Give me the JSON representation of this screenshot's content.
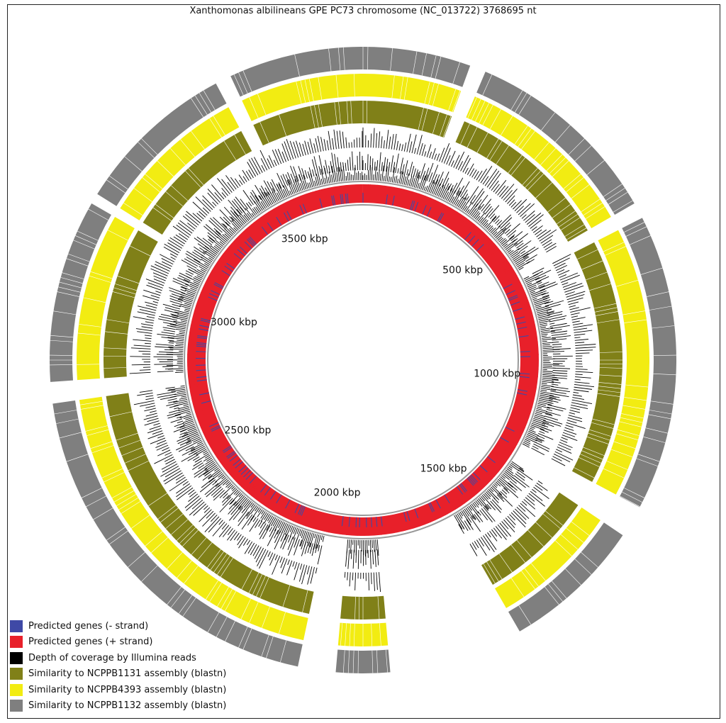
{
  "title": "Xanthomonas albilineans GPE PC73 chromosome (NC_013722) 3768695 nt",
  "genome_length_nt": 3768695,
  "position_labels": [
    "500 kbp",
    "1000 kbp",
    "1500 kbp",
    "2000 kbp",
    "2500 kbp",
    "3000 kbp",
    "3500 kbp"
  ],
  "legend": [
    {
      "label": "Predicted genes (- strand)",
      "color": "#3f49a6"
    },
    {
      "label": "Predicted genes (+ strand)",
      "color": "#e8202a"
    },
    {
      "label": "Depth of coverage by Illumina reads",
      "color": "#000000"
    },
    {
      "label": "Similarity to NCPPB1131 assembly (blastn)",
      "color": "#808018"
    },
    {
      "label": "Similarity to NCPPB4393 assembly (blastn)",
      "color": "#f2ec12"
    },
    {
      "label": "Similarity to NCPPB1132 assembly (blastn)",
      "color": "#7f7f7f"
    }
  ]
}
